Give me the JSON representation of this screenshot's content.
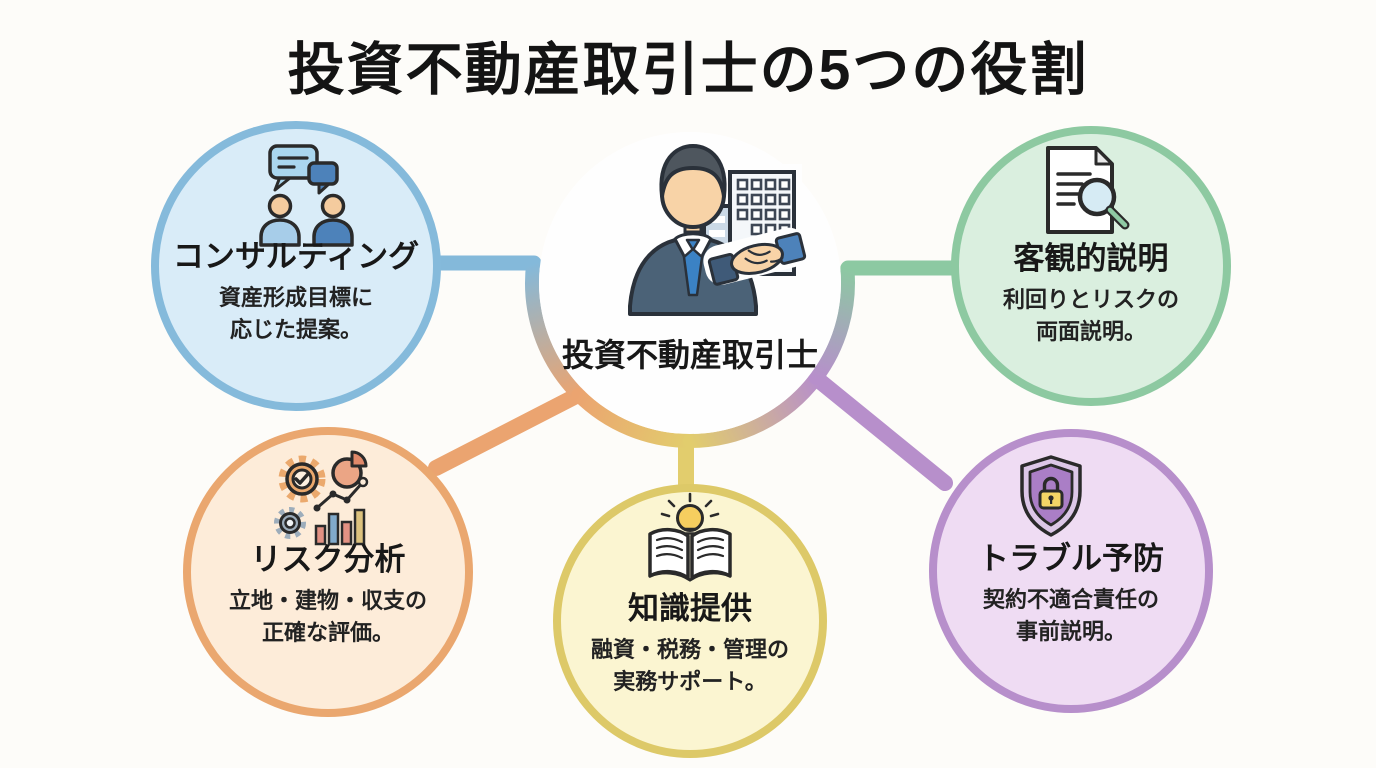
{
  "title": "投資不動産取引士の5つの役割",
  "center": {
    "label": "投資不動産取引士",
    "icon": "businessman-building-handshake-icon"
  },
  "roles": [
    {
      "id": "consulting",
      "title": "コンサルティング",
      "desc": "資産形成目標に\n応じた提案。",
      "icon": "consultation-people-chat-icon",
      "fill": "#d9ecf8",
      "border": "#85badb"
    },
    {
      "id": "objective-explanation",
      "title": "客観的説明",
      "desc": "利回りとリスクの\n両面説明。",
      "icon": "document-magnifier-icon",
      "fill": "#daefdf",
      "border": "#8dc9a1"
    },
    {
      "id": "risk-analysis",
      "title": "リスク分析",
      "desc": "立地・建物・収支の\n正確な評価。",
      "icon": "analytics-gears-chart-icon",
      "fill": "#fdecd9",
      "border": "#eaa76f"
    },
    {
      "id": "knowledge",
      "title": "知識提供",
      "desc": "融資・税務・管理の\n実務サポート。",
      "icon": "book-lightbulb-icon",
      "fill": "#fbf5d1",
      "border": "#ddc968"
    },
    {
      "id": "trouble-prevention",
      "title": "トラブル予防",
      "desc": "契約不適合責任の\n事前説明。",
      "icon": "shield-lock-icon",
      "fill": "#efdcf3",
      "border": "#b78fcb"
    }
  ],
  "palette": {
    "background": "#fdfcf9",
    "text": "#1b1b1b",
    "connector_blue": "#84b9da",
    "connector_green": "#8cc9a2",
    "connector_orange": "#eba470",
    "connector_yellow": "#e2cd6d",
    "connector_purple": "#b78fcb"
  }
}
